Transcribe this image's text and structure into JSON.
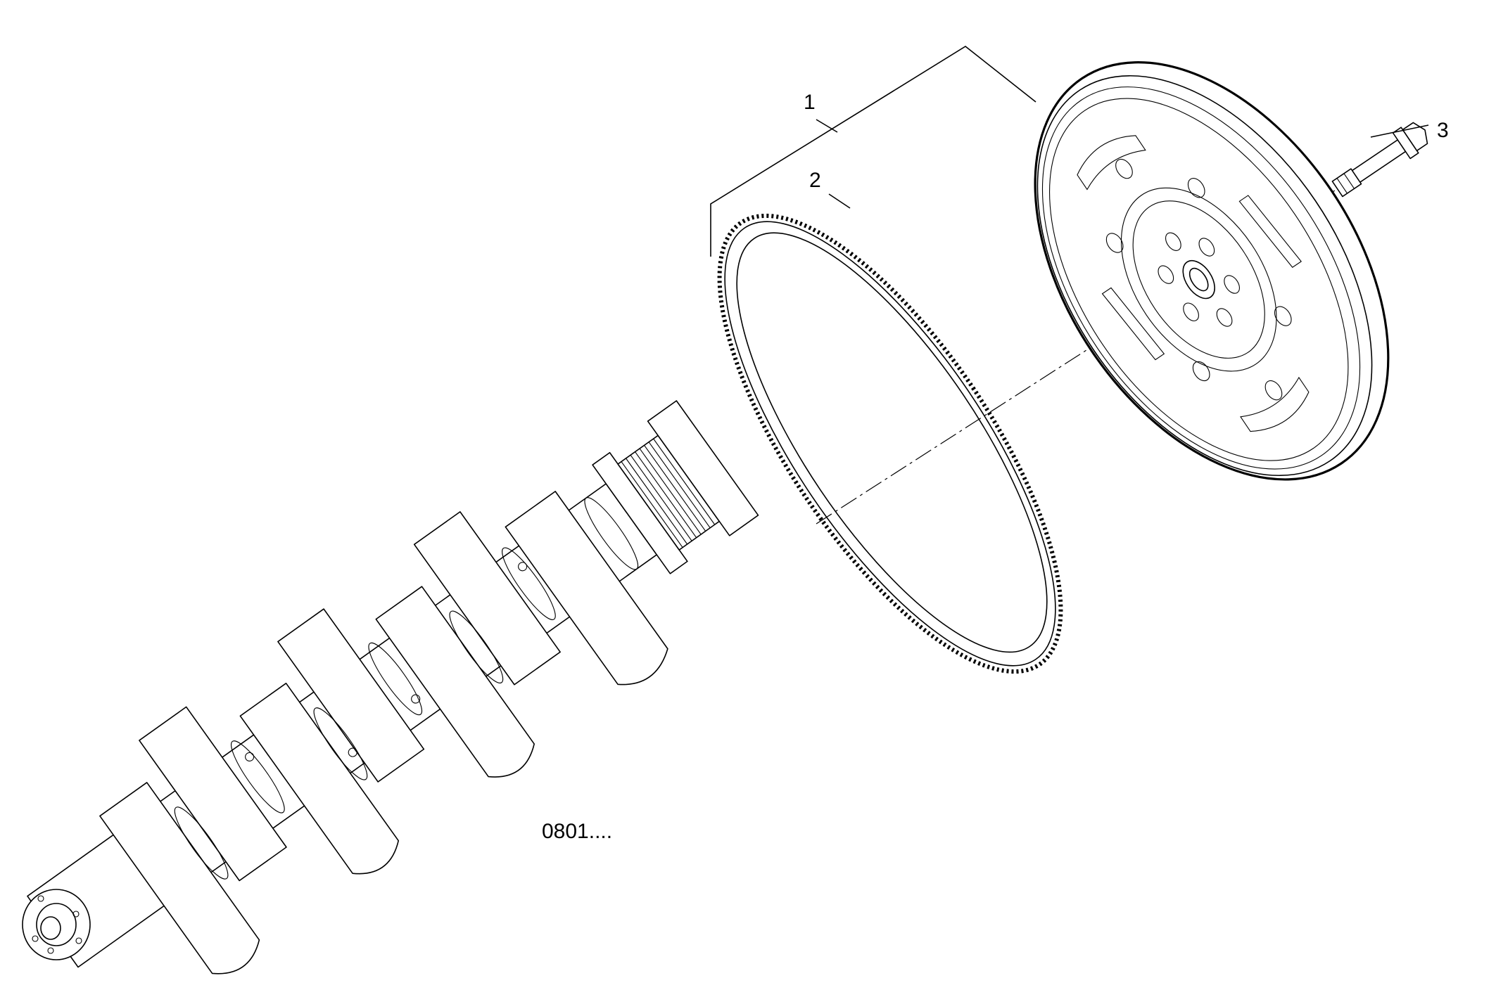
{
  "diagram": {
    "callouts": [
      {
        "id": "1",
        "label": "1",
        "part": "flywheel-assembly"
      },
      {
        "id": "2",
        "label": "2",
        "part": "ring-gear"
      },
      {
        "id": "3",
        "label": "3",
        "part": "flywheel-bolt"
      }
    ],
    "reference_code": "0801....",
    "colors": {
      "line": "#000000",
      "background": "#ffffff"
    }
  }
}
